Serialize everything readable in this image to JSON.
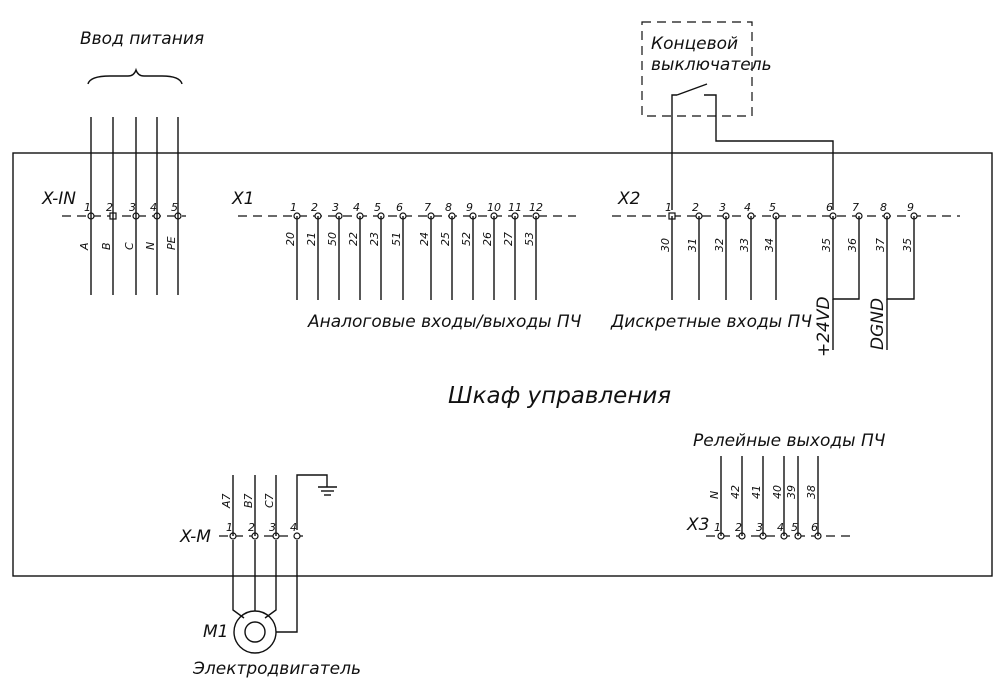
{
  "power_input": {
    "title": "Ввод питания",
    "block_label": "X-IN",
    "terminals": [
      "1",
      "2",
      "3",
      "4",
      "5"
    ],
    "wires": [
      "A",
      "B",
      "C",
      "N",
      "PE"
    ]
  },
  "limit_switch": {
    "title_line1": "Концевой",
    "title_line2": "выключатель"
  },
  "cabinet_title": "Шкаф управления",
  "x1": {
    "block_label": "X1",
    "terminals": [
      "1",
      "2",
      "3",
      "4",
      "5",
      "6",
      "7",
      "8",
      "9",
      "10",
      "11",
      "12"
    ],
    "wires": [
      "20",
      "21",
      "50",
      "22",
      "23",
      "51",
      "24",
      "25",
      "52",
      "26",
      "27",
      "53"
    ],
    "caption": "Аналоговые входы/выходы ПЧ"
  },
  "x2": {
    "block_label": "X2",
    "terminals": [
      "1",
      "2",
      "3",
      "4",
      "5",
      "6",
      "7",
      "8",
      "9"
    ],
    "wires": [
      "30",
      "31",
      "32",
      "33",
      "34",
      "35",
      "36",
      "37",
      "35"
    ],
    "caption": "Дискретные входы ПЧ",
    "supply_label": "+24VD",
    "ground_label": "DGND"
  },
  "x3": {
    "block_label": "X3",
    "terminals": [
      "1",
      "2",
      "3",
      "4",
      "5",
      "6"
    ],
    "wires": [
      "N",
      "42",
      "41",
      "40",
      "39",
      "38"
    ],
    "caption": "Релейные выходы ПЧ"
  },
  "xm": {
    "block_label": "X-M",
    "terminals": [
      "1",
      "2",
      "3",
      "4"
    ],
    "wires": [
      "A7",
      "B7",
      "C7"
    ]
  },
  "motor": {
    "label": "M1",
    "caption": "Электродвигатель"
  }
}
